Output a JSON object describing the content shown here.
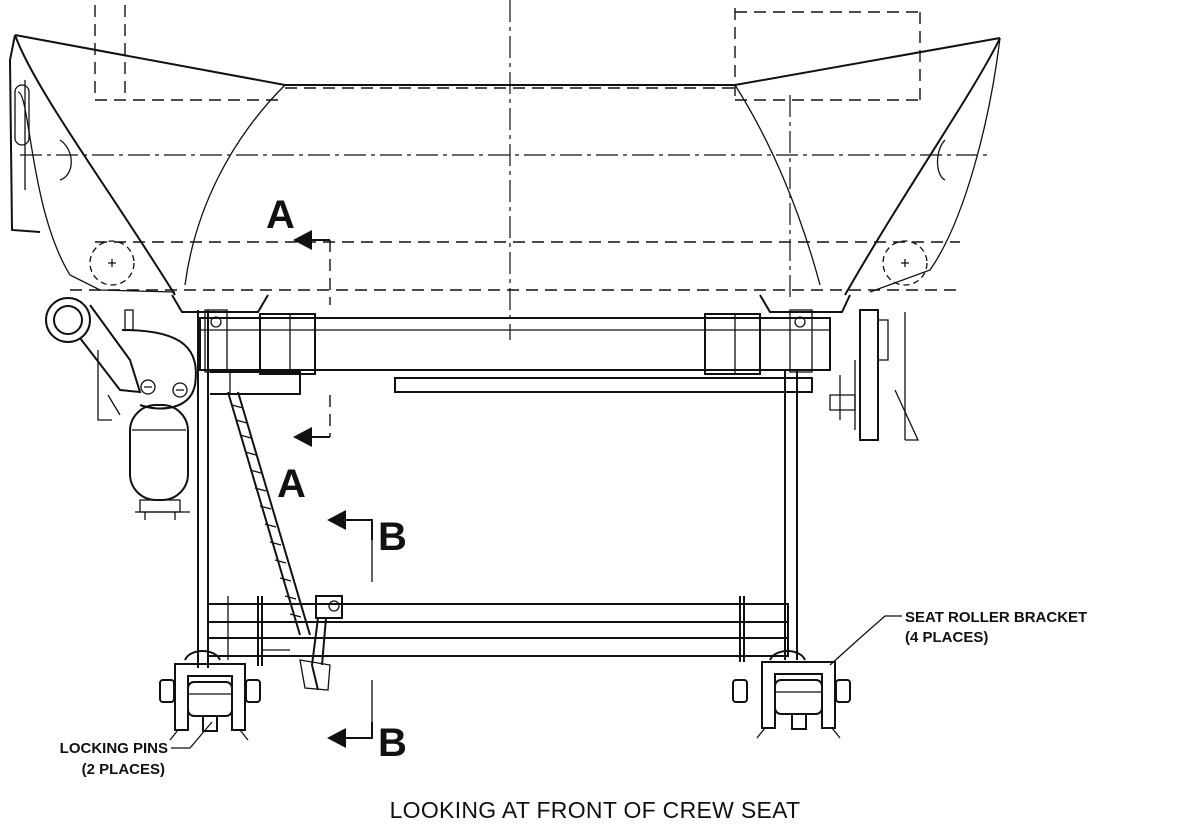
{
  "section_views": {
    "a_top": "A",
    "a_bottom": "A",
    "b_top": "B",
    "b_bottom": "B"
  },
  "callouts": {
    "seat_roller_bracket": {
      "line1": "SEAT ROLLER BRACKET",
      "line2": "(4 PLACES)"
    },
    "locking_pins": {
      "line1": "LOCKING PINS",
      "line2": "(2 PLACES)"
    }
  },
  "caption": "LOOKING AT FRONT OF CREW SEAT"
}
